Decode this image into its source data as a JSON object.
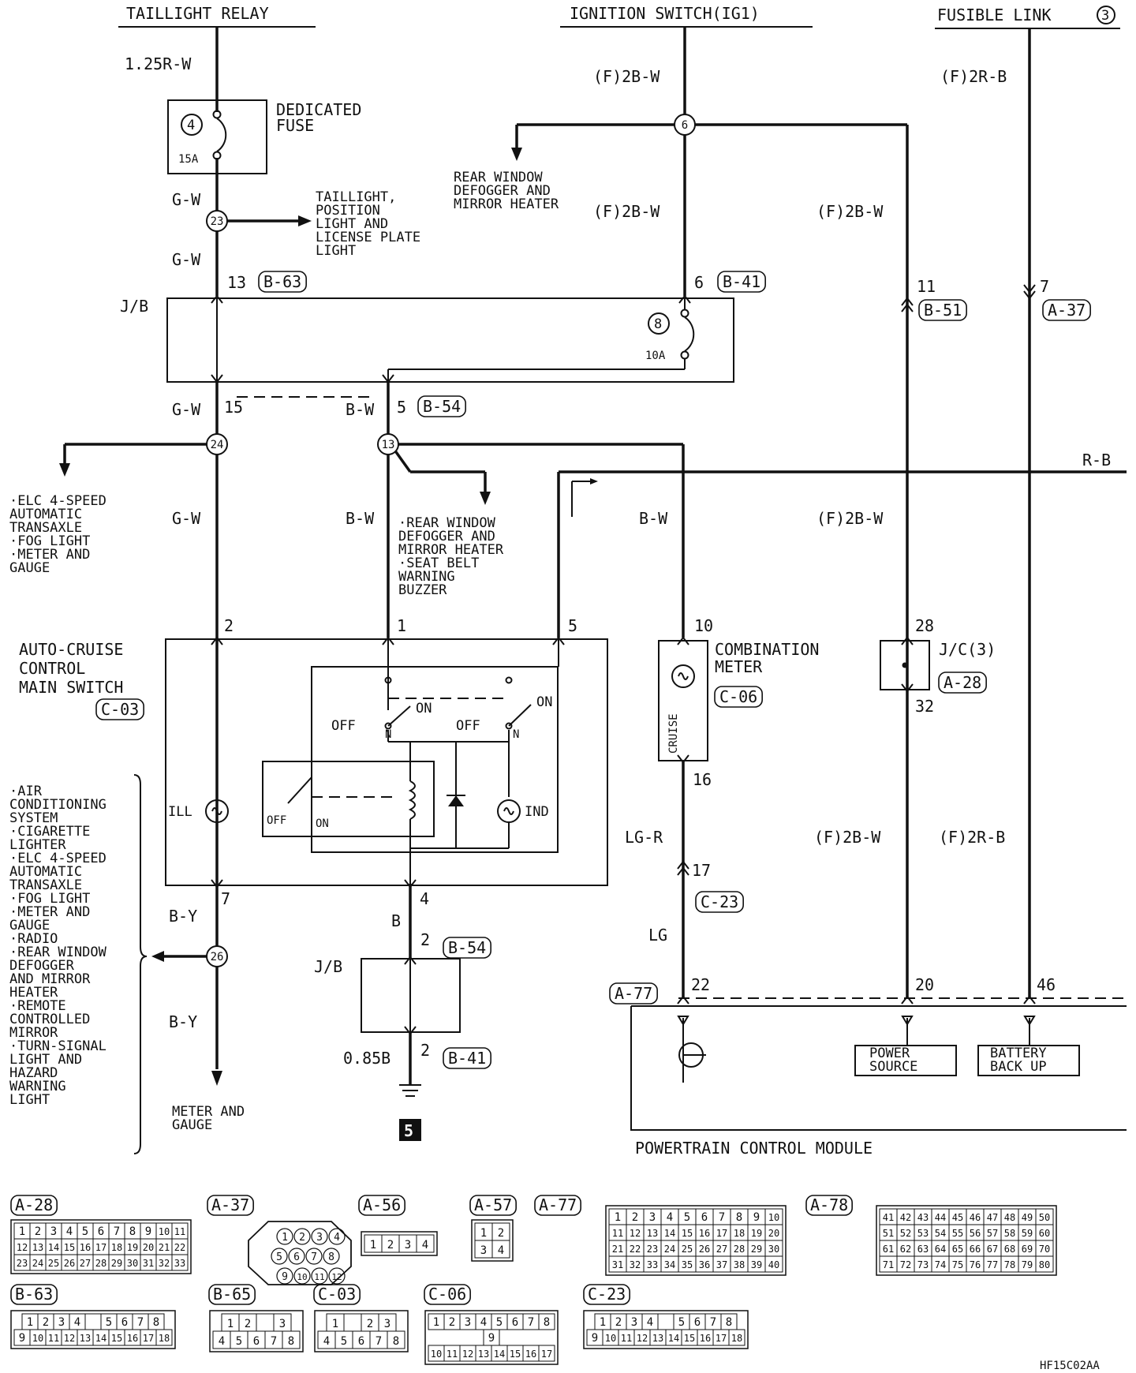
{
  "headers": {
    "taillight_relay": "TAILLIGHT RELAY",
    "ignition_switch": "IGNITION SWITCH(IG1)",
    "fusible_link": "FUSIBLE LINK"
  },
  "fusible_link_num": "3",
  "wires": {
    "w125rw": "1.25R-W",
    "f2bw_a": "(F)2B-W",
    "f2rb_a": "(F)2R-B",
    "gw_a": "G-W",
    "gw_b": "G-W",
    "f2bw_b": "(F)2B-W",
    "f2bw_c": "(F)2B-W",
    "gw_c": "G-W",
    "bw_a": "B-W",
    "rb": "R-B",
    "gw_d": "G-W",
    "bw_b": "B-W",
    "bw_c": "B-W",
    "f2bw_d": "(F)2B-W",
    "by_a": "B-Y",
    "b": "B",
    "lgr": "LG-R",
    "f2bw_e": "(F)2B-W",
    "f2rb_b": "(F)2R-B",
    "lg": "LG",
    "by_b": "B-Y",
    "b085": "0.85B"
  },
  "fuses": {
    "dedicated_title_1": "DEDICATED",
    "dedicated_title_2": "FUSE",
    "dedicated_num": "4",
    "dedicated_amp": "15A",
    "jb_num": "8",
    "jb_amp": "10A"
  },
  "splices": [
    "6",
    "23",
    "24",
    "13",
    "26"
  ],
  "labels": {
    "taillight_dest": [
      "TAILLIGHT,",
      "POSITION",
      "LIGHT AND",
      "LICENSE PLATE",
      "LIGHT"
    ],
    "rear_window_top": [
      "REAR WINDOW",
      "DEFOGGER AND",
      "MIRROR HEATER"
    ],
    "jb_1": "J/B",
    "jb_2": "J/B",
    "elc_group": [
      "·ELC 4-SPEED",
      "AUTOMATIC",
      "TRANSAXLE",
      "·FOG LIGHT",
      "·METER AND",
      "GAUGE"
    ],
    "bw_group": [
      "·REAR WINDOW",
      "DEFOGGER AND",
      "MIRROR HEATER",
      "·SEAT BELT",
      "WARNING",
      "BUZZER"
    ],
    "auto_cruise": [
      "AUTO-CRUISE",
      "CONTROL",
      "MAIN SWITCH"
    ],
    "combination_meter": [
      "COMBINATION",
      "METER"
    ],
    "cruise": "CRUISE",
    "jc": "J/C(3)",
    "ill": "ILL",
    "ind": "IND",
    "off1": "OFF",
    "on1": "ON",
    "n1": "N",
    "off2": "OFF",
    "on2": "ON",
    "n2": "N",
    "off3": "OFF",
    "on3": "ON",
    "left_list": [
      "·AIR",
      "CONDITIONING",
      "SYSTEM",
      "·CIGARETTE",
      "LIGHTER",
      "·ELC 4-SPEED",
      "AUTOMATIC",
      "TRANSAXLE",
      "·FOG LIGHT",
      "·METER AND",
      "GAUGE",
      "·RADIO",
      "·REAR WINDOW",
      "DEFOGGER",
      "AND MIRROR",
      "HEATER",
      "·REMOTE",
      "CONTROLLED",
      "MIRROR",
      "·TURN-SIGNAL",
      "LIGHT AND",
      "HAZARD",
      "WARNING",
      "LIGHT"
    ],
    "meter_gauge": [
      "METER AND",
      "GAUGE"
    ],
    "power_source": [
      "POWER",
      "SOURCE"
    ],
    "battery_backup": [
      "BATTERY",
      "BACK UP"
    ],
    "pcm": "POWERTRAIN CONTROL MODULE",
    "ground_num": "5",
    "figure_code": "HF15C02AA"
  },
  "pins": {
    "p13": "13",
    "p6": "6",
    "p11": "11",
    "p7": "7",
    "p15": "15",
    "p5": "5",
    "p2": "2",
    "p1": "1",
    "p5b": "5",
    "p10": "10",
    "p28": "28",
    "p32": "32",
    "p16": "16",
    "p7b": "7",
    "p4": "4",
    "p2b": "2",
    "p17": "17",
    "p22": "22",
    "p20": "20",
    "p46": "46",
    "p2c": "2"
  },
  "connectors": {
    "b63": "B-63",
    "b41": "B-41",
    "b51": "B-51",
    "a37": "A-37",
    "b54": "B-54",
    "c03": "C-03",
    "c06": "C-06",
    "a28": "A-28",
    "b54b": "B-54",
    "c23": "C-23",
    "a77": "A-77",
    "b41b": "B-41"
  },
  "legend": {
    "a28": {
      "label": "A-28",
      "rows": [
        [
          "1",
          "2",
          "3",
          "4",
          "5",
          "6",
          "7",
          "8",
          "9",
          "10",
          "11"
        ],
        [
          "12",
          "13",
          "14",
          "15",
          "16",
          "17",
          "18",
          "19",
          "20",
          "21",
          "22"
        ],
        [
          "23",
          "24",
          "25",
          "26",
          "27",
          "28",
          "29",
          "30",
          "31",
          "32",
          "33"
        ]
      ]
    },
    "a37": {
      "label": "A-37",
      "pins": [
        "1",
        "2",
        "3",
        "4",
        "5",
        "6",
        "7",
        "8",
        "9",
        "10",
        "11",
        "12"
      ]
    },
    "a56": {
      "label": "A-56",
      "rows": [
        [
          "1",
          "2",
          "3",
          "4"
        ]
      ]
    },
    "a57": {
      "label": "A-57",
      "rows": [
        [
          "1",
          "2"
        ],
        [
          "3",
          "4"
        ]
      ]
    },
    "a77": {
      "label": "A-77",
      "rows": [
        [
          "1",
          "2",
          "3",
          "4",
          "5",
          "6",
          "7",
          "8",
          "9",
          "10"
        ],
        [
          "11",
          "12",
          "13",
          "14",
          "15",
          "16",
          "17",
          "18",
          "19",
          "20"
        ],
        [
          "21",
          "22",
          "23",
          "24",
          "25",
          "26",
          "27",
          "28",
          "29",
          "30"
        ],
        [
          "31",
          "32",
          "33",
          "34",
          "35",
          "36",
          "37",
          "38",
          "39",
          "40"
        ]
      ]
    },
    "a78": {
      "label": "A-78",
      "rows": [
        [
          "41",
          "42",
          "43",
          "44",
          "45",
          "46",
          "47",
          "48",
          "49",
          "50"
        ],
        [
          "51",
          "52",
          "53",
          "54",
          "55",
          "56",
          "57",
          "58",
          "59",
          "60"
        ],
        [
          "61",
          "62",
          "63",
          "64",
          "65",
          "66",
          "67",
          "68",
          "69",
          "70"
        ],
        [
          "71",
          "72",
          "73",
          "74",
          "75",
          "76",
          "77",
          "78",
          "79",
          "80"
        ]
      ]
    },
    "b63": {
      "label": "B-63",
      "rows": [
        [
          "1",
          "2",
          "3",
          "4",
          "",
          "5",
          "6",
          "7",
          "8"
        ],
        [
          "9",
          "10",
          "11",
          "12",
          "13",
          "14",
          "15",
          "16",
          "17",
          "18"
        ]
      ]
    },
    "b65": {
      "label": "B-65",
      "rows": [
        [
          "1",
          "2",
          "",
          "3"
        ],
        [
          "4",
          "5",
          "6",
          "7",
          "8"
        ]
      ]
    },
    "c03": {
      "label": "C-03",
      "rows": [
        [
          "1",
          "",
          "2",
          "3"
        ],
        [
          "4",
          "5",
          "6",
          "7",
          "8"
        ]
      ]
    },
    "c06": {
      "label": "C-06",
      "rows": [
        [
          "1",
          "2",
          "3",
          "4",
          "5",
          "6",
          "7",
          "8"
        ],
        [
          "9"
        ],
        [
          "10",
          "11",
          "12",
          "13",
          "14",
          "15",
          "16",
          "17"
        ]
      ]
    },
    "c23": {
      "label": "C-23",
      "rows": [
        [
          "1",
          "2",
          "3",
          "4",
          "",
          "5",
          "6",
          "7",
          "8"
        ],
        [
          "9",
          "10",
          "11",
          "12",
          "13",
          "14",
          "15",
          "16",
          "17",
          "18"
        ]
      ]
    }
  }
}
